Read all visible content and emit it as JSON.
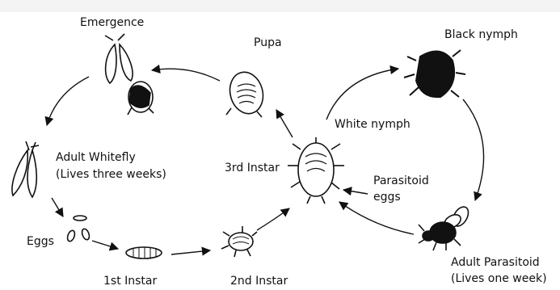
{
  "labels": {
    "emergence": "Emergence",
    "pupa": "Pupa",
    "black_nymph": "Black nymph",
    "white_nymph": "White nymph",
    "adult_whitefly_line1": "Adult Whitefly",
    "adult_whitefly_line2": "(Lives three weeks)",
    "third_instar": "3rd Instar",
    "parasitoid_eggs_line1": "Parasitoid",
    "parasitoid_eggs_line2": "eggs",
    "eggs": "Eggs",
    "first_instar": "1st Instar",
    "second_instar": "2nd Instar",
    "adult_parasitoid_line1": "Adult Parasitoid",
    "adult_parasitoid_line2": "(Lives one week)"
  },
  "colors": {
    "ink": "#111111",
    "background": "#ffffff",
    "top_band": "#f4f4f4"
  }
}
